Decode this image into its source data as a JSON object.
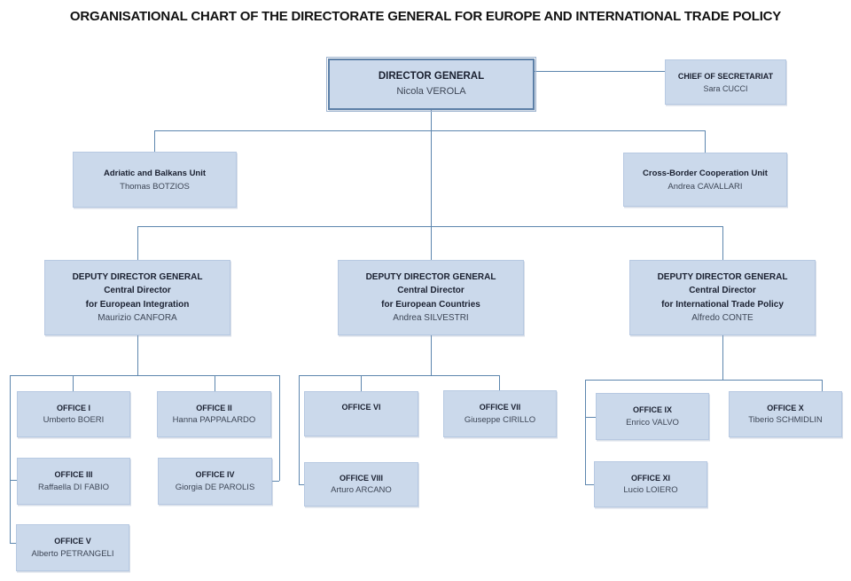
{
  "title": "ORGANISATIONAL CHART OF THE DIRECTORATE GENERAL FOR EUROPE AND INTERNATIONAL TRADE POLICY",
  "colors": {
    "box_fill": "#cbd9eb",
    "box_border": "#b7c9e2",
    "director_general_border": "#5d80a7",
    "connector_line": "#5d86ae",
    "heading_text": "#1a2030",
    "name_text": "#3d4656"
  },
  "nodes": {
    "director_general": {
      "title": "DIRECTOR GENERAL",
      "name": "Nicola VEROLA"
    },
    "chief_of_secretariat": {
      "title": "CHIEF OF SECRETARIAT",
      "name": "Sara CUCCI"
    },
    "adriatic_balkans_unit": {
      "title": "Adriatic and Balkans Unit",
      "name": "Thomas BOTZIOS"
    },
    "cross_border_cooperation_unit": {
      "title": "Cross-Border Cooperation Unit",
      "name": "Andrea CAVALLARI"
    }
  },
  "deputies": [
    {
      "lines": [
        "DEPUTY DIRECTOR GENERAL",
        "Central Director",
        "for European Integration"
      ],
      "name": "Maurizio CANFORA"
    },
    {
      "lines": [
        "DEPUTY DIRECTOR GENERAL",
        "Central Director",
        "for European Countries"
      ],
      "name": "Andrea SILVESTRI"
    },
    {
      "lines": [
        "DEPUTY DIRECTOR GENERAL",
        "Central Director",
        "for International Trade Policy"
      ],
      "name": "Alfredo CONTE"
    }
  ],
  "offices": [
    {
      "title": "OFFICE I",
      "name": "Umberto BOERI"
    },
    {
      "title": "OFFICE II",
      "name": "Hanna PAPPALARDO"
    },
    {
      "title": "OFFICE III",
      "name": "Raffaella DI FABIO"
    },
    {
      "title": "OFFICE IV",
      "name": "Giorgia DE PAROLIS"
    },
    {
      "title": "OFFICE V",
      "name": "Alberto PETRANGELI"
    },
    {
      "title": "OFFICE VI",
      "name": ""
    },
    {
      "title": "OFFICE VII",
      "name": "Giuseppe CIRILLO"
    },
    {
      "title": "OFFICE VIII",
      "name": "Arturo ARCANO"
    },
    {
      "title": "OFFICE IX",
      "name": "Enrico VALVO"
    },
    {
      "title": "OFFICE X",
      "name": "Tiberio SCHMIDLIN"
    },
    {
      "title": "OFFICE XI",
      "name": "Lucio LOIERO"
    }
  ]
}
